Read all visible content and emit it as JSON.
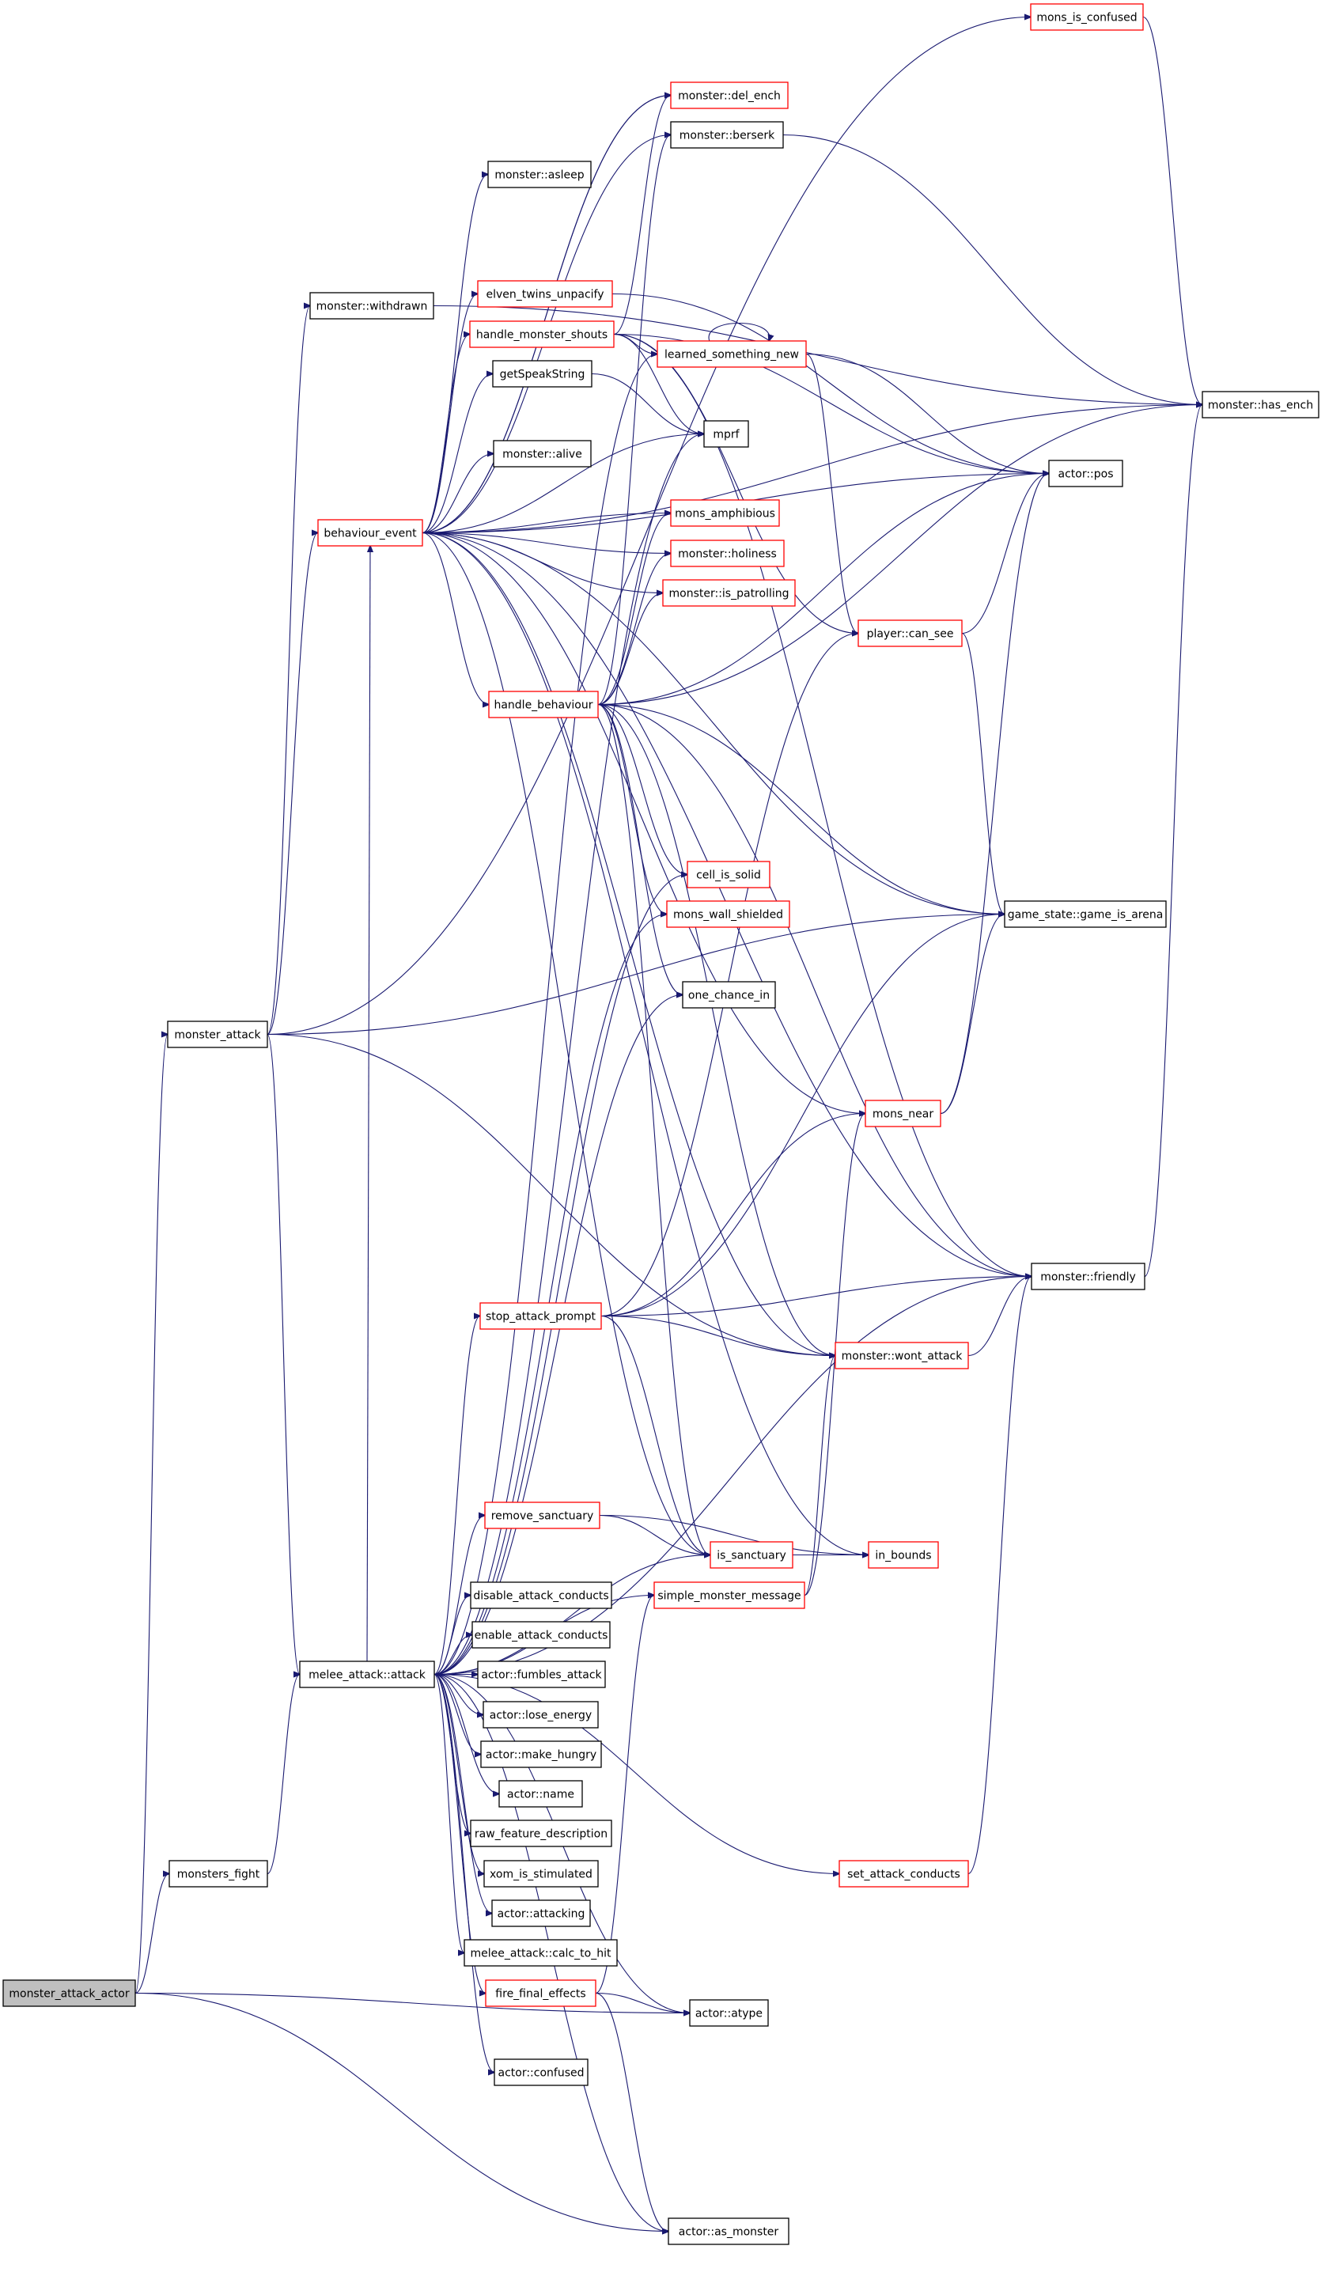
{
  "colors": {
    "edge": "#191970",
    "node_border_default": "#000000",
    "node_border_unexpanded": "#ff0000",
    "node_fill": "#ffffff",
    "root_fill": "#bfbfbf"
  },
  "graph": {
    "root": "monster_attack_actor",
    "nodes": [
      {
        "id": "mons_is_confused",
        "label": "mons_is_confused",
        "style": "red"
      },
      {
        "id": "monster_del_ench",
        "label": "monster::del_ench",
        "style": "red"
      },
      {
        "id": "monster_berserk",
        "label": "monster::berserk",
        "style": "black"
      },
      {
        "id": "monster_asleep",
        "label": "monster::asleep",
        "style": "black"
      },
      {
        "id": "monster_withdrawn",
        "label": "monster::withdrawn",
        "style": "black"
      },
      {
        "id": "elven_twins_unpacify",
        "label": "elven_twins_unpacify",
        "style": "red"
      },
      {
        "id": "handle_monster_shouts",
        "label": "handle_monster_shouts",
        "style": "red"
      },
      {
        "id": "learned_something_new",
        "label": "learned_something_new",
        "style": "red"
      },
      {
        "id": "getSpeakString",
        "label": "getSpeakString",
        "style": "black"
      },
      {
        "id": "mprf",
        "label": "mprf",
        "style": "black"
      },
      {
        "id": "monster_has_ench",
        "label": "monster::has_ench",
        "style": "black"
      },
      {
        "id": "monster_alive",
        "label": "monster::alive",
        "style": "black"
      },
      {
        "id": "actor_pos",
        "label": "actor::pos",
        "style": "black"
      },
      {
        "id": "mons_amphibious",
        "label": "mons_amphibious",
        "style": "red"
      },
      {
        "id": "behaviour_event",
        "label": "behaviour_event",
        "style": "red"
      },
      {
        "id": "monster_holiness",
        "label": "monster::holiness",
        "style": "red"
      },
      {
        "id": "monster_is_patrolling",
        "label": "monster::is_patrolling",
        "style": "red"
      },
      {
        "id": "player_can_see",
        "label": "player::can_see",
        "style": "red"
      },
      {
        "id": "handle_behaviour",
        "label": "handle_behaviour",
        "style": "red"
      },
      {
        "id": "cell_is_solid",
        "label": "cell_is_solid",
        "style": "red"
      },
      {
        "id": "mons_wall_shielded",
        "label": "mons_wall_shielded",
        "style": "red"
      },
      {
        "id": "game_is_arena",
        "label": "game_state::game_is_arena",
        "style": "black"
      },
      {
        "id": "one_chance_in",
        "label": "one_chance_in",
        "style": "black"
      },
      {
        "id": "monster_attack",
        "label": "monster_attack",
        "style": "black"
      },
      {
        "id": "mons_near",
        "label": "mons_near",
        "style": "red"
      },
      {
        "id": "monster_friendly",
        "label": "monster::friendly",
        "style": "black"
      },
      {
        "id": "stop_attack_prompt",
        "label": "stop_attack_prompt",
        "style": "red"
      },
      {
        "id": "monster_wont_attack",
        "label": "monster::wont_attack",
        "style": "red"
      },
      {
        "id": "remove_sanctuary",
        "label": "remove_sanctuary",
        "style": "red"
      },
      {
        "id": "is_sanctuary",
        "label": "is_sanctuary",
        "style": "red"
      },
      {
        "id": "in_bounds",
        "label": "in_bounds",
        "style": "red"
      },
      {
        "id": "disable_attack_conducts",
        "label": "disable_attack_conducts",
        "style": "black"
      },
      {
        "id": "simple_monster_message",
        "label": "simple_monster_message",
        "style": "red"
      },
      {
        "id": "enable_attack_conducts",
        "label": "enable_attack_conducts",
        "style": "black"
      },
      {
        "id": "melee_attack_attack",
        "label": "melee_attack::attack",
        "style": "black"
      },
      {
        "id": "actor_fumbles_attack",
        "label": "actor::fumbles_attack",
        "style": "black"
      },
      {
        "id": "actor_lose_energy",
        "label": "actor::lose_energy",
        "style": "black"
      },
      {
        "id": "actor_make_hungry",
        "label": "actor::make_hungry",
        "style": "black"
      },
      {
        "id": "actor_name",
        "label": "actor::name",
        "style": "black"
      },
      {
        "id": "raw_feature_description",
        "label": "raw_feature_description",
        "style": "black"
      },
      {
        "id": "xom_is_stimulated",
        "label": "xom_is_stimulated",
        "style": "black"
      },
      {
        "id": "monsters_fight",
        "label": "monsters_fight",
        "style": "black"
      },
      {
        "id": "set_attack_conducts",
        "label": "set_attack_conducts",
        "style": "red"
      },
      {
        "id": "actor_attacking",
        "label": "actor::attacking",
        "style": "black"
      },
      {
        "id": "monster_attack_actor",
        "label": "monster_attack_actor",
        "style": "root"
      },
      {
        "id": "melee_attack_calc_to_hit",
        "label": "melee_attack::calc_to_hit",
        "style": "black"
      },
      {
        "id": "fire_final_effects",
        "label": "fire_final_effects",
        "style": "red"
      },
      {
        "id": "actor_atype",
        "label": "actor::atype",
        "style": "black"
      },
      {
        "id": "actor_confused",
        "label": "actor::confused",
        "style": "black"
      },
      {
        "id": "actor_as_monster",
        "label": "actor::as_monster",
        "style": "black"
      }
    ],
    "edges": [
      [
        "monster_attack_actor",
        "monster_attack"
      ],
      [
        "monster_attack_actor",
        "monsters_fight"
      ],
      [
        "monster_attack_actor",
        "actor_atype"
      ],
      [
        "monster_attack_actor",
        "actor_as_monster"
      ],
      [
        "monsters_fight",
        "melee_attack_attack"
      ],
      [
        "monster_attack",
        "monster_withdrawn"
      ],
      [
        "monster_attack",
        "mons_is_confused"
      ],
      [
        "monster_attack",
        "behaviour_event"
      ],
      [
        "monster_attack",
        "game_is_arena"
      ],
      [
        "monster_attack",
        "monster_wont_attack"
      ],
      [
        "monster_attack",
        "melee_attack_attack"
      ],
      [
        "monster_withdrawn",
        "monster_has_ench"
      ],
      [
        "behaviour_event",
        "monster_del_ench"
      ],
      [
        "behaviour_event",
        "monster_berserk"
      ],
      [
        "behaviour_event",
        "monster_asleep"
      ],
      [
        "behaviour_event",
        "elven_twins_unpacify"
      ],
      [
        "behaviour_event",
        "handle_monster_shouts"
      ],
      [
        "behaviour_event",
        "getSpeakString"
      ],
      [
        "behaviour_event",
        "monster_alive"
      ],
      [
        "behaviour_event",
        "mons_amphibious"
      ],
      [
        "behaviour_event",
        "monster_holiness"
      ],
      [
        "behaviour_event",
        "monster_is_patrolling"
      ],
      [
        "behaviour_event",
        "handle_behaviour"
      ],
      [
        "behaviour_event",
        "mprf"
      ],
      [
        "behaviour_event",
        "actor_pos"
      ],
      [
        "behaviour_event",
        "game_is_arena"
      ],
      [
        "behaviour_event",
        "mons_near"
      ],
      [
        "behaviour_event",
        "monster_friendly"
      ],
      [
        "behaviour_event",
        "monster_wont_attack"
      ],
      [
        "behaviour_event",
        "monster_has_ench"
      ],
      [
        "behaviour_event",
        "is_sanctuary"
      ],
      [
        "behaviour_event",
        "in_bounds"
      ],
      [
        "behaviour_event",
        "monster_del_ench"
      ],
      [
        "mons_is_confused",
        "monster_has_ench"
      ],
      [
        "monster_berserk",
        "monster_has_ench"
      ],
      [
        "elven_twins_unpacify",
        "actor_pos"
      ],
      [
        "handle_monster_shouts",
        "monster_del_ench"
      ],
      [
        "handle_monster_shouts",
        "learned_something_new"
      ],
      [
        "handle_monster_shouts",
        "mprf"
      ],
      [
        "handle_monster_shouts",
        "actor_pos"
      ],
      [
        "handle_monster_shouts",
        "player_can_see"
      ],
      [
        "handle_monster_shouts",
        "monster_friendly"
      ],
      [
        "learned_something_new",
        "learned_something_new"
      ],
      [
        "learned_something_new",
        "actor_pos"
      ],
      [
        "learned_something_new",
        "player_can_see"
      ],
      [
        "getSpeakString",
        "mprf"
      ],
      [
        "player_can_see",
        "actor_pos"
      ],
      [
        "player_can_see",
        "game_is_arena"
      ],
      [
        "handle_behaviour",
        "monster_berserk"
      ],
      [
        "handle_behaviour",
        "mons_amphibious"
      ],
      [
        "handle_behaviour",
        "monster_holiness"
      ],
      [
        "handle_behaviour",
        "monster_is_patrolling"
      ],
      [
        "handle_behaviour",
        "actor_pos"
      ],
      [
        "handle_behaviour",
        "monster_has_ench"
      ],
      [
        "handle_behaviour",
        "cell_is_solid"
      ],
      [
        "handle_behaviour",
        "mons_wall_shielded"
      ],
      [
        "handle_behaviour",
        "one_chance_in"
      ],
      [
        "handle_behaviour",
        "game_is_arena"
      ],
      [
        "handle_behaviour",
        "monster_friendly"
      ],
      [
        "handle_behaviour",
        "monster_wont_attack"
      ],
      [
        "handle_behaviour",
        "is_sanctuary"
      ],
      [
        "mons_near",
        "actor_pos"
      ],
      [
        "mons_near",
        "game_is_arena"
      ],
      [
        "monster_friendly",
        "monster_has_ench"
      ],
      [
        "monster_wont_attack",
        "monster_friendly"
      ],
      [
        "stop_attack_prompt",
        "player_can_see"
      ],
      [
        "stop_attack_prompt",
        "mons_near"
      ],
      [
        "stop_attack_prompt",
        "monster_wont_attack"
      ],
      [
        "stop_attack_prompt",
        "game_is_arena"
      ],
      [
        "stop_attack_prompt",
        "monster_friendly"
      ],
      [
        "stop_attack_prompt",
        "is_sanctuary"
      ],
      [
        "remove_sanctuary",
        "is_sanctuary"
      ],
      [
        "remove_sanctuary",
        "in_bounds"
      ],
      [
        "is_sanctuary",
        "in_bounds"
      ],
      [
        "simple_monster_message",
        "mons_near"
      ],
      [
        "simple_monster_message",
        "monster_wont_attack"
      ],
      [
        "set_attack_conducts",
        "monster_friendly"
      ],
      [
        "fire_final_effects",
        "simple_monster_message"
      ],
      [
        "fire_final_effects",
        "actor_atype"
      ],
      [
        "fire_final_effects",
        "actor_as_monster"
      ],
      [
        "melee_attack_attack",
        "behaviour_event"
      ],
      [
        "melee_attack_attack",
        "stop_attack_prompt"
      ],
      [
        "melee_attack_attack",
        "remove_sanctuary"
      ],
      [
        "melee_attack_attack",
        "is_sanctuary"
      ],
      [
        "melee_attack_attack",
        "simple_monster_message"
      ],
      [
        "melee_attack_attack",
        "disable_attack_conducts"
      ],
      [
        "melee_attack_attack",
        "enable_attack_conducts"
      ],
      [
        "melee_attack_attack",
        "actor_fumbles_attack"
      ],
      [
        "melee_attack_attack",
        "actor_lose_energy"
      ],
      [
        "melee_attack_attack",
        "actor_make_hungry"
      ],
      [
        "melee_attack_attack",
        "actor_name"
      ],
      [
        "melee_attack_attack",
        "raw_feature_description"
      ],
      [
        "melee_attack_attack",
        "xom_is_stimulated"
      ],
      [
        "melee_attack_attack",
        "actor_attacking"
      ],
      [
        "melee_attack_attack",
        "melee_attack_calc_to_hit"
      ],
      [
        "melee_attack_attack",
        "fire_final_effects"
      ],
      [
        "melee_attack_attack",
        "actor_atype"
      ],
      [
        "melee_attack_attack",
        "actor_confused"
      ],
      [
        "melee_attack_attack",
        "actor_as_monster"
      ],
      [
        "melee_attack_attack",
        "set_attack_conducts"
      ],
      [
        "melee_attack_attack",
        "cell_is_solid"
      ],
      [
        "melee_attack_attack",
        "mons_wall_shielded"
      ],
      [
        "melee_attack_attack",
        "one_chance_in"
      ],
      [
        "melee_attack_attack",
        "learned_something_new"
      ],
      [
        "melee_attack_attack",
        "monster_friendly"
      ],
      [
        "melee_attack_attack",
        "mprf"
      ]
    ]
  }
}
